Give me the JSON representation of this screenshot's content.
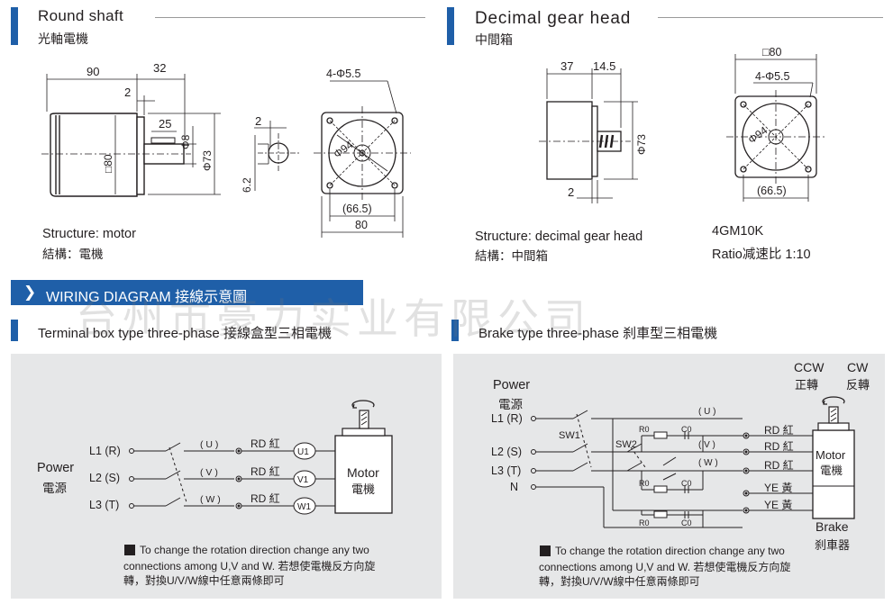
{
  "round_shaft": {
    "title": "Round shaft",
    "subtitle": "光軸電機",
    "dims": {
      "d90": "90",
      "d32": "32",
      "d2": "2",
      "d25": "25",
      "phi8": "Φ8",
      "phi73": "Φ73",
      "sq80": "□80",
      "d2b": "2",
      "d62": "6.2",
      "holes": "4-Φ5.5",
      "phi94": "Φ94",
      "d665": "(66.5)",
      "d80": "80"
    },
    "structure_en": "Structure: motor",
    "structure_zh": "結構：電機"
  },
  "gear_head": {
    "title": "Decimal gear head",
    "subtitle": "中間箱",
    "dims": {
      "d37": "37",
      "d145": "14.5",
      "phi73": "Φ73",
      "d2": "2",
      "sq80": "□80",
      "holes": "4-Φ5.5",
      "phi94": "Φ94",
      "d665": "(66.5)"
    },
    "structure_en": "Structure: decimal gear head",
    "structure_zh": "結構：中間箱",
    "model": "4GM10K",
    "ratio": "Ratio减速比  1:10"
  },
  "wiring_banner": {
    "label": "WIRING DIAGRAM  接線示意圖"
  },
  "watermark": "台州市豪力实业有限公司",
  "terminal": {
    "title": "Terminal box type three-phase 接線盒型三相電機",
    "power_en": "Power",
    "power_zh": "電源",
    "lines": [
      "L1 (R)",
      "L2 (S)",
      "L3 (T)"
    ],
    "phases": [
      "( U )",
      "( V )",
      "( W )"
    ],
    "colors": [
      "RD  紅",
      "RD  紅",
      "RD  紅"
    ],
    "terminals": [
      "U1",
      "V1",
      "W1"
    ],
    "motor_en": "Motor",
    "motor_zh": "電機",
    "note_line1": "To change the rotation direction change any two",
    "note_line2": "connections among U,V and W. 若想使電機反方向旋",
    "note_line3": "轉，對換U/V/W線中任意兩條即可"
  },
  "brake": {
    "title": "Brake type three-phase 刹車型三相電機",
    "power_en": "Power",
    "power_zh": "電源",
    "lines": [
      "L1 (R)",
      "L2 (S)",
      "L3 (T)",
      "N"
    ],
    "sw1": "SW1",
    "sw2": "SW2",
    "r0": "R0",
    "c0": "C0",
    "phases": [
      "( U )",
      "( V )",
      "( W )"
    ],
    "colors": [
      "RD  紅",
      "RD  紅",
      "RD  紅",
      "YE  黃",
      "YE  黃"
    ],
    "ccw_en": "CCW",
    "ccw_zh": "正轉",
    "cw_en": "CW",
    "cw_zh": "反轉",
    "motor_en": "Motor",
    "motor_zh": "電機",
    "brake_en": "Brake",
    "brake_zh": "刹車器",
    "note_line1": "To change the rotation direction change any two",
    "note_line2": "connections among U,V and W. 若想使電機反方向旋",
    "note_line3": "轉，對換U/V/W線中任意兩條即可"
  },
  "colors": {
    "accent": "#1f5fa8",
    "panel": "#e6e7e8",
    "line": "#231f20"
  }
}
